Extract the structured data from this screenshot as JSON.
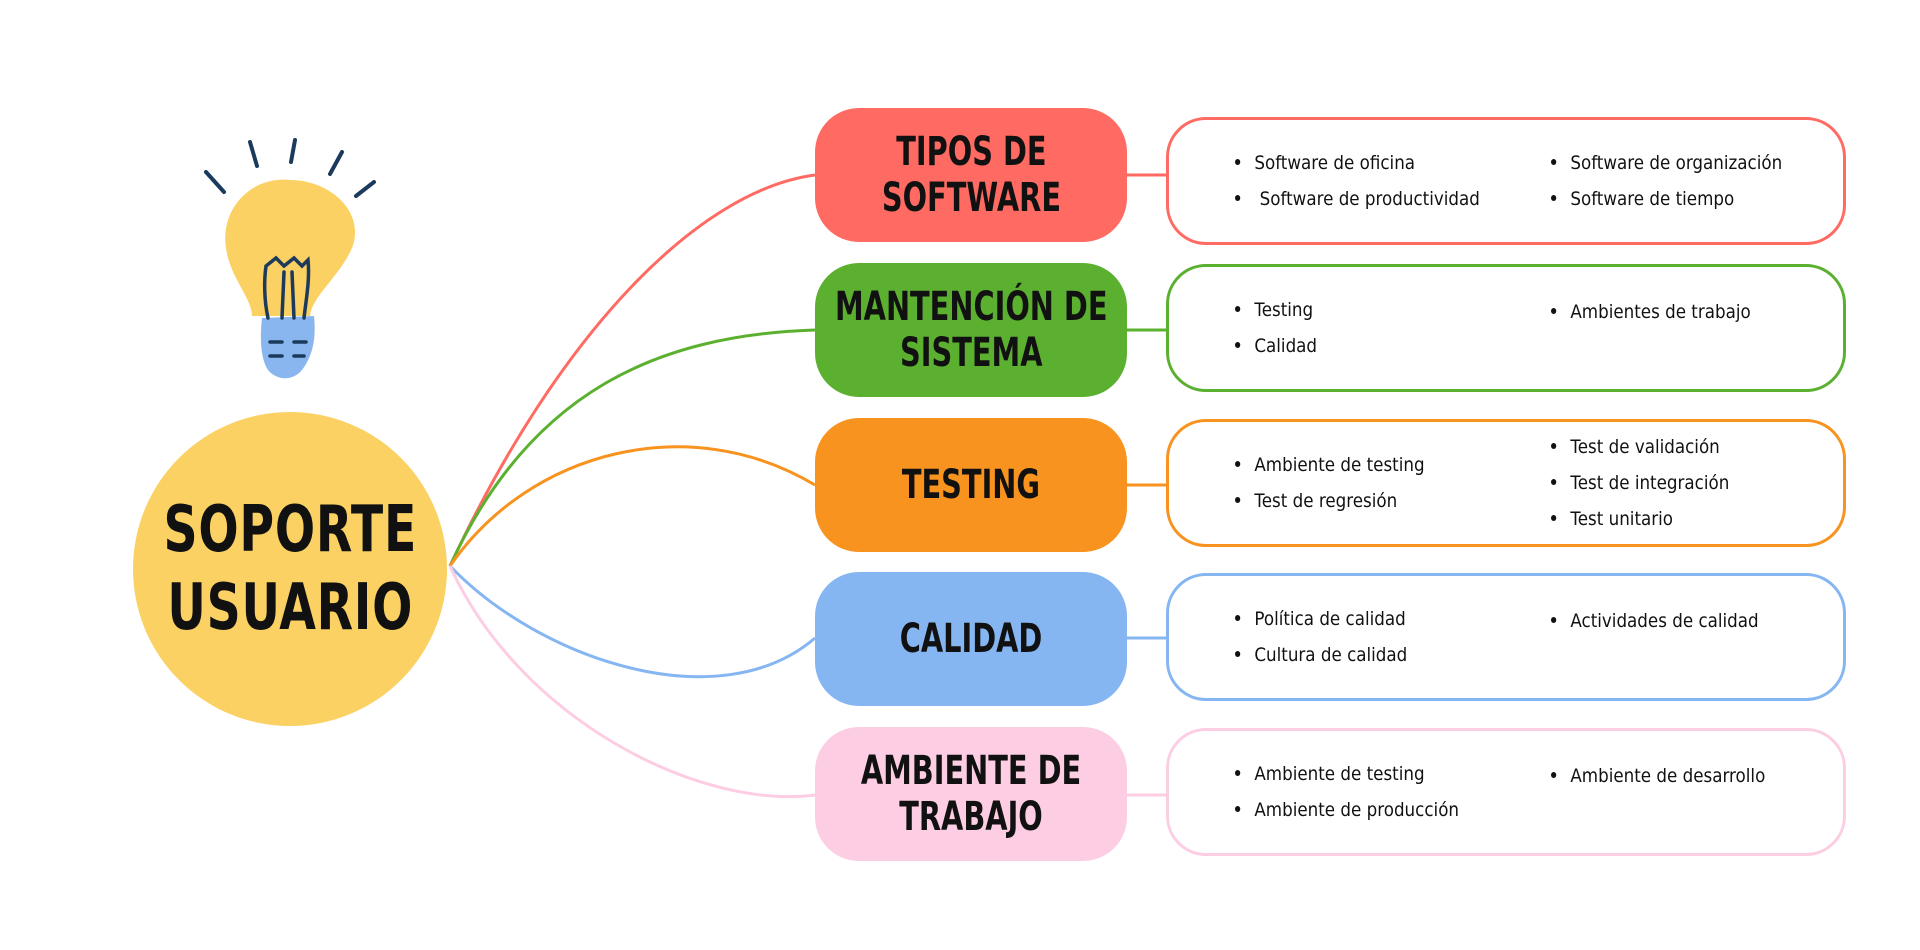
{
  "center": {
    "line1": "SOPORTE",
    "line2": "USUARIO",
    "color": "#fad162"
  },
  "icon": "lightbulb-icon",
  "branches": [
    {
      "line1": "TIPOS DE",
      "line2": "SOFTWARE",
      "color": "#ff6b63",
      "left": [
        "Software de oficina",
        " Software de productividad"
      ],
      "right": [
        "Software de organización",
        "Software de tiempo"
      ]
    },
    {
      "line1": "MANTENCIÓN DE",
      "line2": "SISTEMA",
      "color": "#5cb030",
      "left": [
        "Testing",
        "Calidad"
      ],
      "right": [
        "Ambientes de trabajo"
      ]
    },
    {
      "line1": "TESTING",
      "line2": "",
      "color": "#f7931e",
      "left": [
        "Ambiente de testing",
        "Test de regresión"
      ],
      "right": [
        "Test de validación",
        "Test de integración",
        "Test unitario"
      ]
    },
    {
      "line1": "CALIDAD",
      "line2": "",
      "color": "#85b6f2",
      "left": [
        "Política de calidad",
        "Cultura de calidad"
      ],
      "right": [
        "Actividades de calidad"
      ]
    },
    {
      "line1": "AMBIENTE DE",
      "line2": "TRABAJO",
      "color": "#fdcde3",
      "left": [
        "Ambiente de testing",
        "Ambiente de producción"
      ],
      "right": [
        "Ambiente de desarrollo"
      ]
    }
  ]
}
